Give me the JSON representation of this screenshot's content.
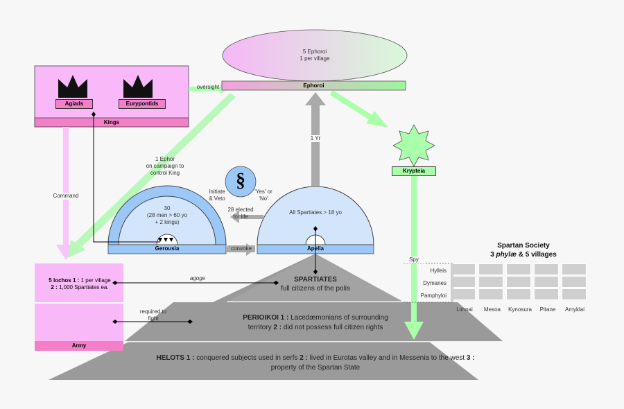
{
  "ephoroi": {
    "oval_line1": "5 Ephoroi",
    "oval_line2": "1 per village",
    "bar_label": "Ephoroi",
    "oversight": "oversight"
  },
  "kings": {
    "crown1": "Agiads",
    "crown2": "Eurypontids",
    "bar_label": "Kings",
    "command": "Command"
  },
  "krypteia": {
    "label": "Krypteia",
    "spy": "Spy"
  },
  "ephor_campaign": [
    "1 Ephor",
    "on campaign to",
    "control King"
  ],
  "initiate": [
    "Initiate",
    "& Veto"
  ],
  "yes_no": [
    "'Yes' or",
    "'No'"
  ],
  "elected": [
    "28 elected",
    "for life"
  ],
  "one_yr": "1 Yr",
  "law_symbol": "§",
  "gerousia": {
    "line1": "30",
    "line2": "(28 men > 60 yo",
    "line3": "+ 2 kings)",
    "bar_label": "Gerousia",
    "convoke": "convoke"
  },
  "apella": {
    "text": "All Spartiates > 18 yo",
    "bar_label": "Apella"
  },
  "army": {
    "line1_bold": "5 lochos",
    "line1_num": "1 :",
    "line1_rest": "1 per village",
    "line2_num": "2 :",
    "line2_rest": "1,000 Spartiates ea.",
    "bar_label": "Army",
    "agoge": "agoge",
    "required": [
      "required to",
      "fight"
    ]
  },
  "society": {
    "title": "Spartan Society",
    "subtitle_pre": "3 ",
    "subtitle_em": "phylæ",
    "subtitle_post": " & 5 villages",
    "phylae": [
      "Hylleis",
      "Dymanes",
      "Pamphyloi"
    ],
    "villages": [
      "Limnai",
      "Mesoa",
      "Kynosura",
      "Pitane",
      "Amyklai"
    ]
  },
  "spartiates": {
    "title": "SPARTIATES",
    "sub": "full citizens of the polis"
  },
  "perioikoi": {
    "title": "PERIOIKOI",
    "n1": "1 :",
    "t1": "Lacedæmonians of surrounding",
    "t2a": "territory",
    "n2": "2 :",
    "t2b": "did not possess full citizen rights"
  },
  "helots": {
    "title": "HELOTS",
    "n1": "1 :",
    "t1": "conquered subjects used in serfs",
    "n2": "2 :",
    "t2": "lived in Eurotas valley and in Messenia to the west",
    "n3": "3 :",
    "t3": "property of the Spartan State"
  },
  "colors": {
    "pink": "#f9b9f9",
    "pinkbar": "#f27fc8",
    "green": "#aaffaa",
    "blue": "#9cc8f7",
    "grey": "#999999"
  }
}
